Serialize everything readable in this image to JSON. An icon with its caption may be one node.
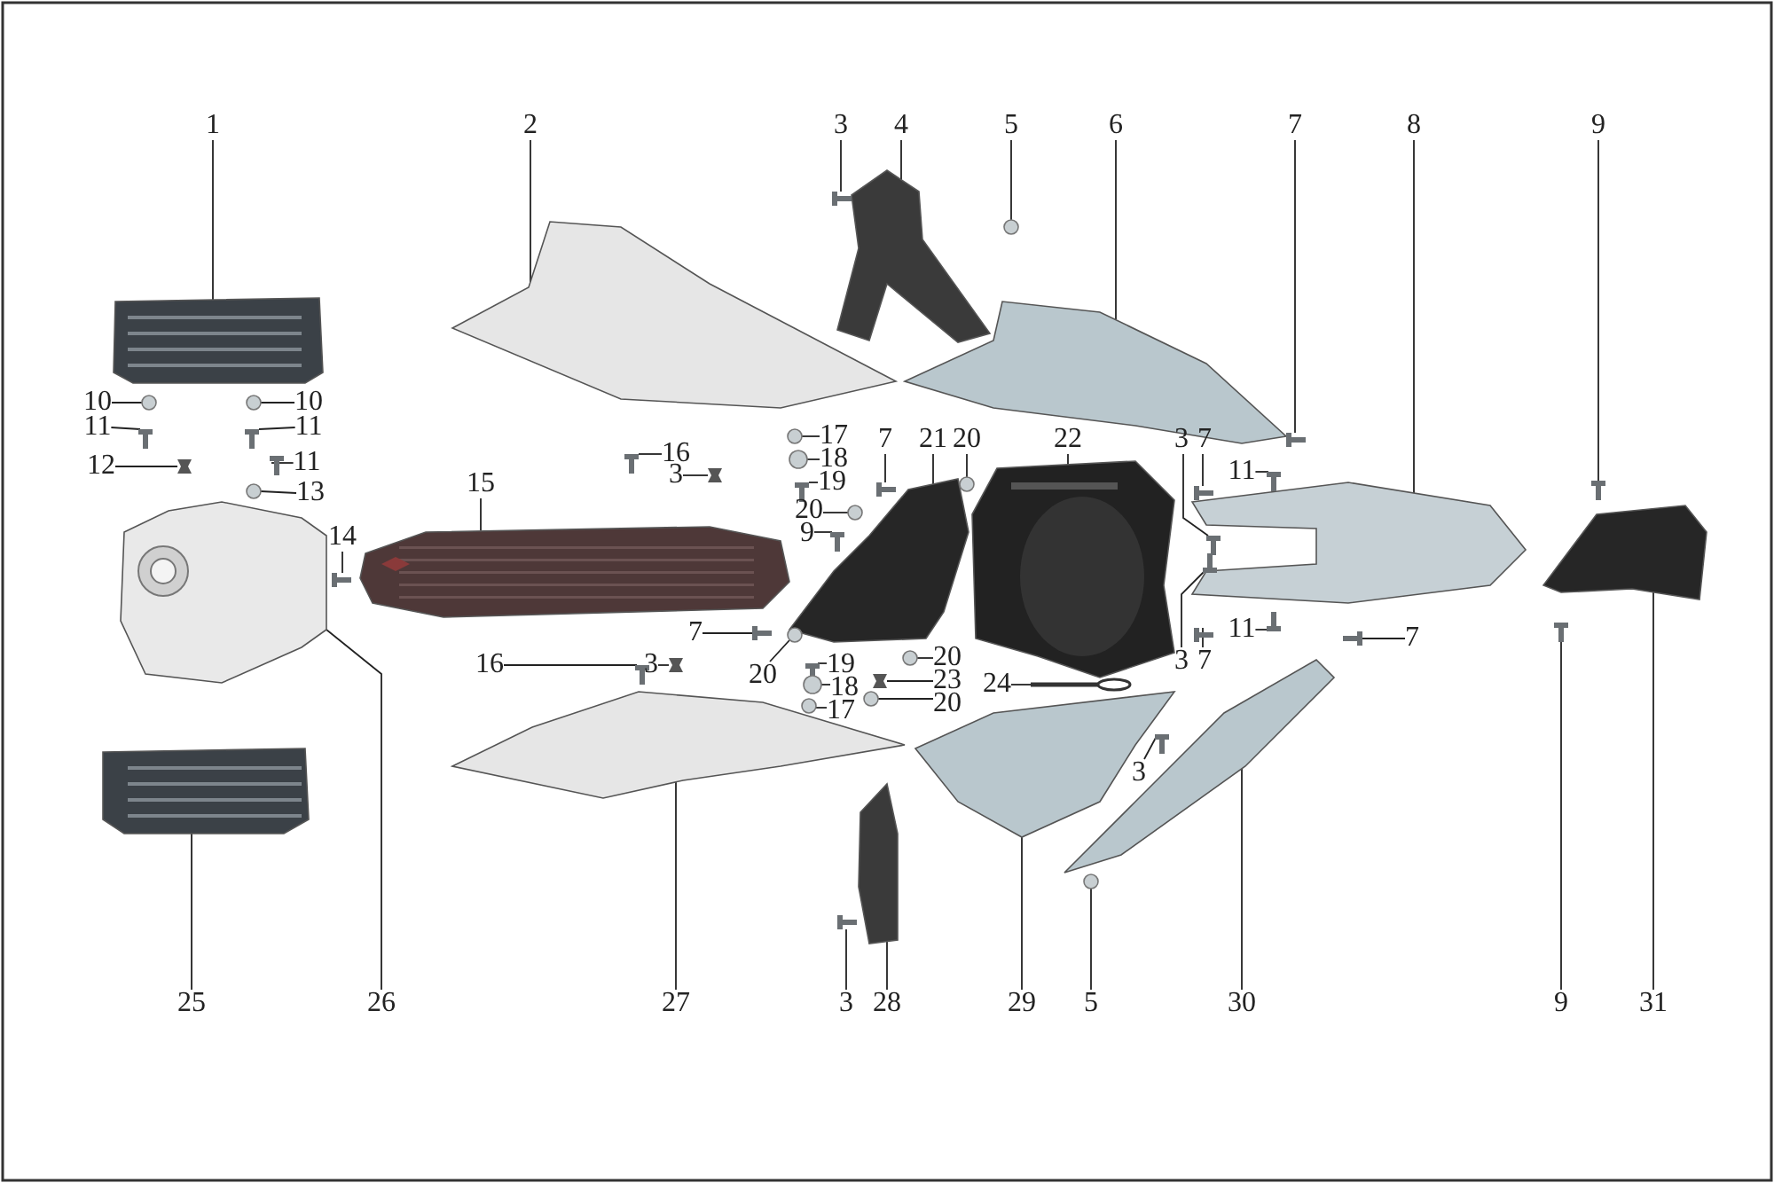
{
  "diagram": {
    "nodes": [
      {
        "text": [
          "1"
        ]
      },
      {
        "text": [
          "2"
        ]
      },
      {
        "text": [
          "3"
        ]
      },
      {
        "text": [
          "4"
        ]
      },
      {
        "text": [
          "5"
        ]
      },
      {
        "text": [
          "6"
        ]
      },
      {
        "text": [
          "7"
        ]
      },
      {
        "text": [
          "8"
        ]
      },
      {
        "text": [
          "9"
        ]
      },
      {
        "text": [
          "10"
        ]
      },
      {
        "text": [
          "10"
        ]
      },
      {
        "text": [
          "11"
        ]
      },
      {
        "text": [
          "11"
        ]
      },
      {
        "text": [
          "12"
        ]
      },
      {
        "text": [
          "11"
        ]
      },
      {
        "text": [
          "13"
        ]
      },
      {
        "text": [
          "14"
        ]
      },
      {
        "text": [
          "15"
        ]
      },
      {
        "text": [
          "16"
        ]
      },
      {
        "text": [
          "3"
        ]
      },
      {
        "text": [
          "17"
        ]
      },
      {
        "text": [
          "18"
        ]
      },
      {
        "text": [
          "19"
        ]
      },
      {
        "text": [
          "20"
        ]
      },
      {
        "text": [
          "9"
        ]
      },
      {
        "text": [
          "7"
        ]
      },
      {
        "text": [
          "21"
        ]
      },
      {
        "text": [
          "20"
        ]
      },
      {
        "text": [
          "22"
        ]
      },
      {
        "text": [
          "3"
        ]
      },
      {
        "text": [
          "7"
        ]
      },
      {
        "text": [
          "11"
        ]
      },
      {
        "text": [
          "7"
        ]
      },
      {
        "text": [
          "3"
        ]
      },
      {
        "text": [
          "20"
        ]
      },
      {
        "text": [
          "16"
        ]
      },
      {
        "text": [
          "19"
        ]
      },
      {
        "text": [
          "18"
        ]
      },
      {
        "text": [
          "17"
        ]
      },
      {
        "text": [
          "20"
        ]
      },
      {
        "text": [
          "23"
        ]
      },
      {
        "text": [
          "20"
        ]
      },
      {
        "text": [
          "24"
        ]
      },
      {
        "text": [
          "3"
        ]
      },
      {
        "text": [
          "7"
        ]
      },
      {
        "text": [
          "11"
        ]
      },
      {
        "text": [
          "7"
        ]
      },
      {
        "text": [
          "3"
        ]
      },
      {
        "text": [
          "25"
        ]
      },
      {
        "text": [
          "26"
        ]
      },
      {
        "text": [
          "27"
        ]
      },
      {
        "text": [
          "3"
        ]
      },
      {
        "text": [
          "28"
        ]
      },
      {
        "text": [
          "29"
        ]
      },
      {
        "text": [
          "5"
        ]
      },
      {
        "text": [
          "30"
        ]
      },
      {
        "text": [
          "9"
        ]
      },
      {
        "text": [
          "31"
        ]
      },
      {
        "text": [],
        "shape": "picture"
      },
      {
        "text": [],
        "shape": "picture"
      },
      {
        "text": [],
        "shape": "picture"
      },
      {
        "text": [],
        "shape": "picture"
      },
      {
        "text": [],
        "shape": "circle"
      },
      {
        "text": [],
        "shape": "picture"
      },
      {
        "text": [],
        "shape": "picture"
      },
      {
        "text": [],
        "shape": "picture"
      },
      {
        "text": [],
        "shape": "picture"
      },
      {
        "text": [],
        "shape": "circle"
      },
      {
        "text": [],
        "shape": "circle"
      },
      {
        "text": [],
        "shape": "picture"
      },
      {
        "text": [],
        "shape": "picture"
      },
      {
        "text": [],
        "shape": "picture"
      },
      {
        "text": [],
        "shape": "picture"
      },
      {
        "text": [],
        "shape": "circle"
      },
      {
        "text": [],
        "shape": "picture"
      },
      {
        "text": [],
        "shape": "picture"
      },
      {
        "text": [],
        "shape": "picture"
      },
      {
        "text": [],
        "shape": "picture"
      },
      {
        "text": [],
        "shape": "circle"
      },
      {
        "text": [],
        "shape": "circle"
      },
      {
        "text": [],
        "shape": "picture"
      },
      {
        "text": [],
        "shape": "circle"
      },
      {
        "text": [],
        "shape": "picture"
      },
      {
        "text": [],
        "shape": "picture"
      },
      {
        "text": [],
        "shape": "picture"
      },
      {
        "text": [],
        "shape": "circle"
      },
      {
        "text": [],
        "shape": "picture"
      },
      {
        "text": [],
        "shape": "picture"
      },
      {
        "text": [],
        "shape": "picture"
      },
      {
        "text": [],
        "shape": "picture"
      },
      {
        "text": [],
        "shape": "picture"
      },
      {
        "text": [],
        "shape": "picture"
      },
      {
        "text": [],
        "shape": "circle"
      },
      {
        "text": [],
        "shape": "picture"
      },
      {
        "text": [],
        "shape": "picture"
      },
      {
        "text": [],
        "shape": "circle"
      },
      {
        "text": [],
        "shape": "circle"
      },
      {
        "text": [],
        "shape": "circle"
      },
      {
        "text": [],
        "shape": "picture"
      },
      {
        "text": [],
        "shape": "circle"
      },
      {
        "text": [],
        "shape": "picture"
      },
      {
        "text": [],
        "shape": "picture"
      },
      {
        "text": [],
        "shape": "picture"
      },
      {
        "text": [],
        "shape": "picture"
      },
      {
        "text": [],
        "shape": "picture"
      },
      {
        "text": [],
        "shape": "picture"
      },
      {
        "text": [],
        "shape": "picture"
      },
      {
        "text": [],
        "shape": "picture"
      },
      {
        "text": [],
        "shape": "picture"
      },
      {
        "text": [],
        "shape": "picture"
      },
      {
        "text": [],
        "shape": "picture"
      },
      {
        "text": [],
        "shape": "picture"
      },
      {
        "text": [],
        "shape": "circle"
      },
      {
        "text": [],
        "shape": "picture"
      },
      {
        "text": [],
        "shape": "picture"
      },
      {
        "text": [],
        "shape": "picture"
      }
    ],
    "edges": [
      {
        "from": 0,
        "to": 58,
        "arrow": "none"
      },
      {
        "from": 1,
        "to": 59,
        "arrow": "none"
      },
      {
        "from": 2,
        "to": 60,
        "arrow": "none"
      },
      {
        "from": 3,
        "to": 61,
        "arrow": "none"
      },
      {
        "from": 4,
        "to": 62,
        "arrow": "none"
      },
      {
        "from": 5,
        "to": 63,
        "arrow": "none"
      },
      {
        "from": 6,
        "to": 64,
        "arrow": "none"
      },
      {
        "from": 7,
        "to": 65,
        "arrow": "none"
      },
      {
        "from": 8,
        "to": 66,
        "arrow": "none"
      },
      {
        "from": 9,
        "to": 67,
        "arrow": "none"
      },
      {
        "from": 10,
        "to": 68,
        "arrow": "none"
      },
      {
        "from": 11,
        "to": 69,
        "arrow": "none"
      },
      {
        "from": 12,
        "to": 70,
        "arrow": "none"
      },
      {
        "from": 13,
        "to": 71,
        "arrow": "none"
      },
      {
        "from": 14,
        "to": 72,
        "arrow": "none"
      },
      {
        "from": 15,
        "to": 73,
        "arrow": "none"
      },
      {
        "from": 16,
        "to": 74,
        "arrow": "none"
      },
      {
        "from": 17,
        "to": 75,
        "arrow": "none"
      },
      {
        "from": 18,
        "to": 76,
        "arrow": "none"
      },
      {
        "from": 19,
        "to": 77,
        "arrow": "none"
      },
      {
        "from": 20,
        "to": 78,
        "arrow": "none"
      },
      {
        "from": 21,
        "to": 79,
        "arrow": "none"
      },
      {
        "from": 22,
        "to": 80,
        "arrow": "none"
      },
      {
        "from": 23,
        "to": 81,
        "arrow": "none"
      },
      {
        "from": 24,
        "to": 82,
        "arrow": "none"
      },
      {
        "from": 25,
        "to": 83,
        "arrow": "none"
      },
      {
        "from": 26,
        "to": 84,
        "arrow": "none"
      },
      {
        "from": 27,
        "to": 85,
        "arrow": "none"
      },
      {
        "from": 28,
        "to": 86,
        "arrow": "none"
      },
      {
        "from": 29,
        "to": 87,
        "arrow": "none"
      },
      {
        "from": 30,
        "to": 88,
        "arrow": "none"
      },
      {
        "from": 31,
        "to": 89,
        "arrow": "none"
      },
      {
        "from": 32,
        "to": 90,
        "arrow": "none"
      },
      {
        "from": 33,
        "to": 91,
        "arrow": "none"
      },
      {
        "from": 34,
        "to": 92,
        "arrow": "none"
      },
      {
        "from": 35,
        "to": 93,
        "arrow": "none"
      },
      {
        "from": 36,
        "to": 94,
        "arrow": "none"
      },
      {
        "from": 37,
        "to": 95,
        "arrow": "none"
      },
      {
        "from": 38,
        "to": 96,
        "arrow": "none"
      },
      {
        "from": 39,
        "to": 97,
        "arrow": "none"
      },
      {
        "from": 40,
        "to": 98,
        "arrow": "none"
      },
      {
        "from": 41,
        "to": 99,
        "arrow": "none"
      },
      {
        "from": 42,
        "to": 100,
        "arrow": "none"
      },
      {
        "from": 43,
        "to": 101,
        "arrow": "none"
      },
      {
        "from": 44,
        "to": 102,
        "arrow": "none"
      },
      {
        "from": 45,
        "to": 103,
        "arrow": "none"
      },
      {
        "from": 46,
        "to": 104,
        "arrow": "none"
      },
      {
        "from": 47,
        "to": 105,
        "arrow": "none"
      },
      {
        "from": 48,
        "to": 106,
        "arrow": "none"
      },
      {
        "from": 49,
        "to": 107,
        "arrow": "none"
      },
      {
        "from": 50,
        "to": 108,
        "arrow": "none"
      },
      {
        "from": 51,
        "to": 109,
        "arrow": "none"
      },
      {
        "from": 52,
        "to": 110,
        "arrow": "none"
      },
      {
        "from": 53,
        "to": 111,
        "arrow": "none"
      },
      {
        "from": 54,
        "to": 112,
        "arrow": "none"
      },
      {
        "from": 55,
        "to": 113,
        "arrow": "none"
      },
      {
        "from": 56,
        "to": 114,
        "arrow": "none"
      },
      {
        "from": 57,
        "to": 115,
        "arrow": "none"
      }
    ]
  }
}
